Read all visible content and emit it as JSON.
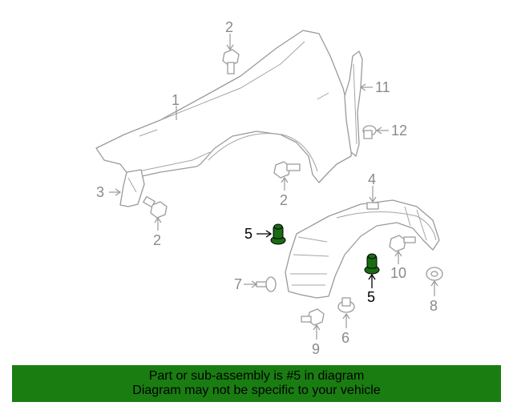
{
  "callouts": {
    "fender": "1",
    "bolt_top": "2",
    "bolt_mid": "2",
    "bolt_low": "2",
    "bracket": "3",
    "liner": "4",
    "clip_left": "5",
    "clip_right": "5",
    "push_pin": "7",
    "retainer_right": "8",
    "screw_low": "9",
    "bolt_liner": "10",
    "seal": "11",
    "nut": "12",
    "clip_small": "6"
  },
  "colors": {
    "highlight": "#1a6b12",
    "banner": "#1a7d12",
    "lines": "#9a9a9a"
  },
  "banner": {
    "line1": "Part or sub-assembly is #5 in diagram",
    "line2": "Diagram may not be specific to your vehicle"
  }
}
